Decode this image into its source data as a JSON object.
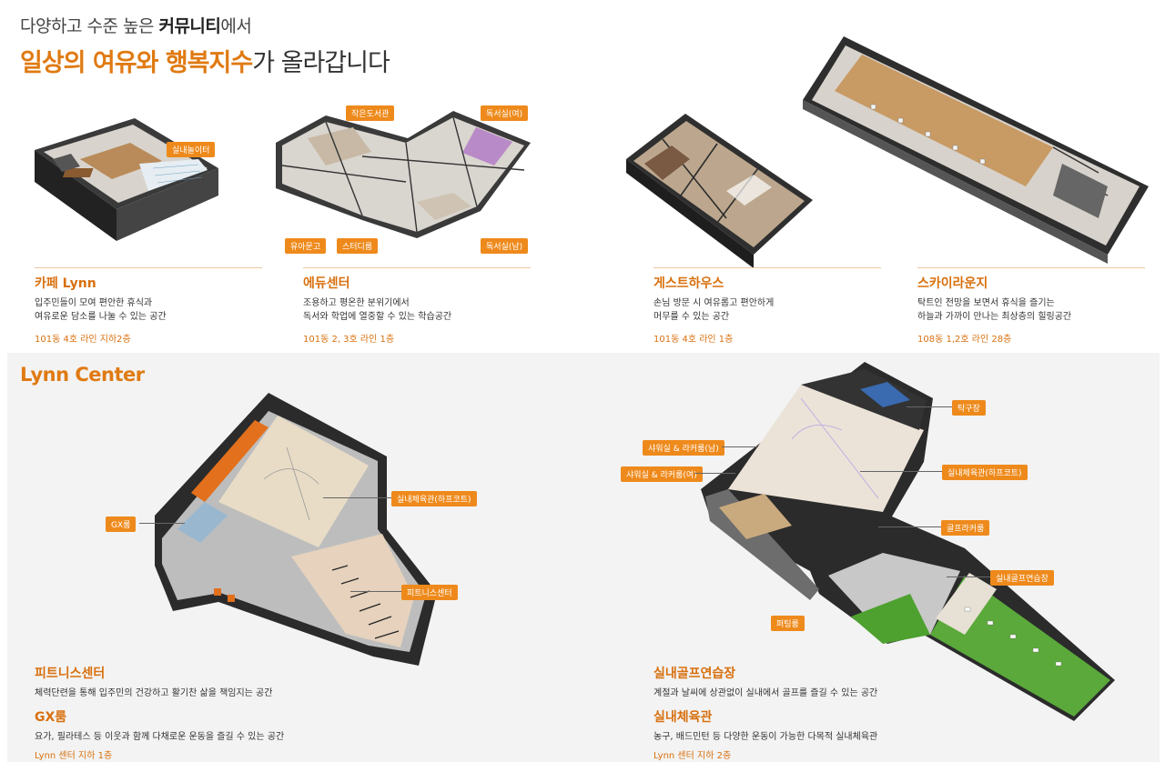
{
  "header": {
    "line1_prefix": "다양하고 수준 높은 ",
    "line1_bold": "커뮤니티",
    "line1_suffix": "에서",
    "line2_highlight": "일상의 여유와 행복지수",
    "line2_suffix": "가 올라갑니다"
  },
  "facilities": [
    {
      "title": "카페 Lynn",
      "desc1": "입주민들이 모여 편안한 휴식과",
      "desc2": "여유로운 담소를 나눌 수 있는 공간",
      "location": "101동 4호 라인 지하2층"
    },
    {
      "title": "에듀센터",
      "desc1": "조용하고 평온한 분위기에서",
      "desc2": "독서와 학업에 열중할 수 있는 학습공간",
      "location": "101동 2, 3호 라인 1층"
    },
    {
      "title": "게스트하우스",
      "desc1": "손님 방문 시 여유롭고 편안하게",
      "desc2": "머무를 수 있는 공간",
      "location": "101동 4호 라인 1층"
    },
    {
      "title": "스카이라운지",
      "desc1": "탁트인 전망을 보면서 휴식을 즐기는",
      "desc2": "하늘과 가까이 만나는 최상층의 힐링공간",
      "location": "108동 1,2호 라인 28층"
    }
  ],
  "plan_labels": {
    "cafe": [
      "실내놀이터"
    ],
    "edu": [
      "작은도서관",
      "독서실(여)",
      "유아문고",
      "스터디룸",
      "독서실(남)"
    ],
    "lynn_left": [
      "GX룸",
      "실내체육관(하프코트)",
      "피트니스센터"
    ],
    "lynn_right": [
      "탁구장",
      "샤워실 & 라커룸(남)",
      "샤워실 & 라커룸(여)",
      "실내체육관(하프코트)",
      "골프라커룸",
      "실내골프연습장",
      "퍼팅룸"
    ]
  },
  "lynn_center": {
    "title": "Lynn Center",
    "left": {
      "title1": "피트니스센터",
      "desc1": "체력단련을 통해 입주민의 건강하고 활기찬 삶을 책임지는 공간",
      "title2": "GX룸",
      "desc2": "요가, 필라테스 등 이웃과 함께 다채로운 운동을 즐길 수 있는 공간",
      "location": "Lynn 센터 지하 1층"
    },
    "right": {
      "title1": "실내골프연습장",
      "desc1": "계절과 날씨에 상관없이 실내에서 골프를 즐길  수 있는 공간",
      "title2": "실내체육관",
      "desc2": "농구, 배드민턴 등 다양한 운동이 가능한  다목적 실내체육관",
      "location": "Lynn 센터 지하 2층"
    }
  },
  "colors": {
    "accent": "#e07a12",
    "label_bg": "#ee8a1c",
    "wall": "#2b2b2b",
    "floor_wood": "#c9a77a",
    "court": "#e8d8c0",
    "green": "#3f8f2e"
  }
}
